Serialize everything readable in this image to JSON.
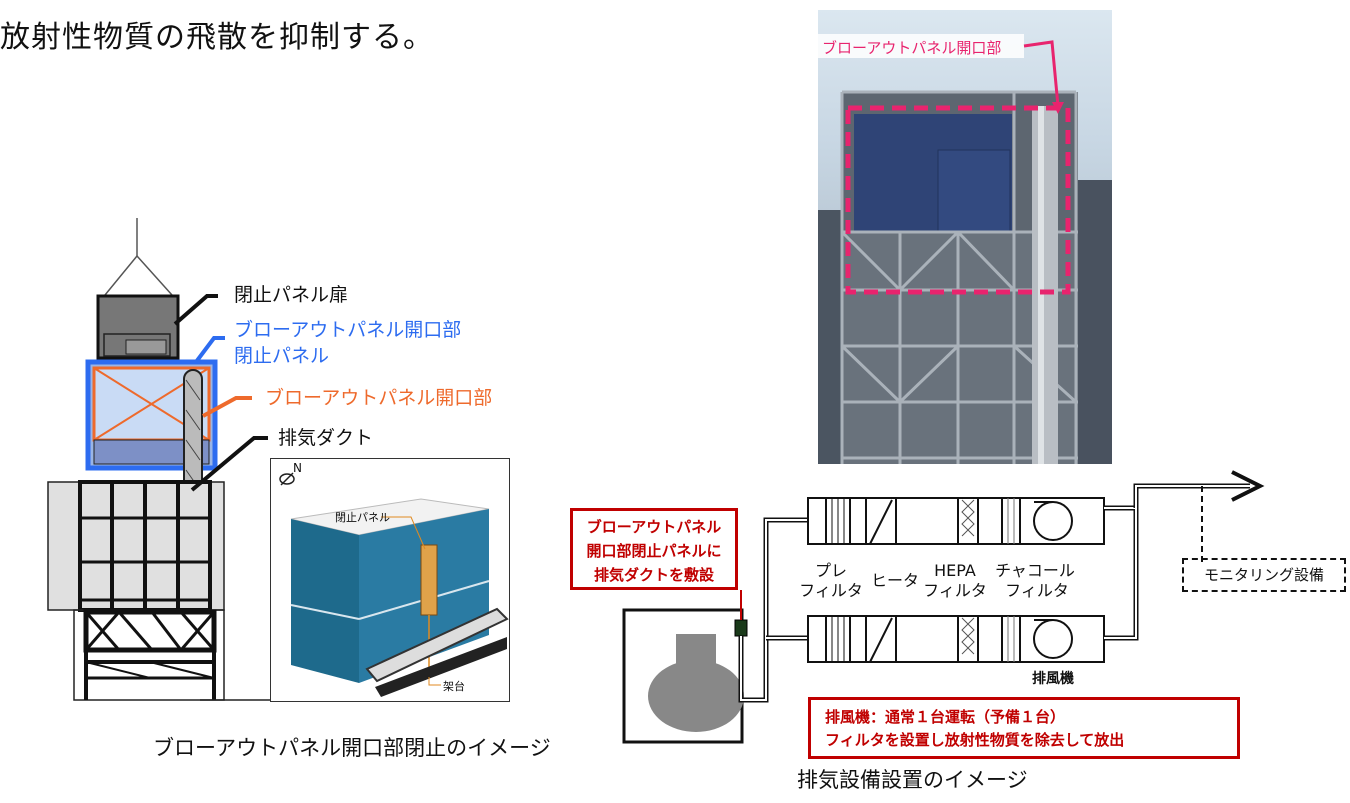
{
  "heading": "放射性物質の飛散を抑制する。",
  "left_diagram": {
    "labels": {
      "door": "閉止パネル扉",
      "closing_panel": [
        "ブローアウトパネル開口部",
        "閉止パネル"
      ],
      "opening": "ブローアウトパネル開口部",
      "duct": "排気ダクト"
    },
    "inset": {
      "north_mark": "N",
      "panel_label": "閉止パネル",
      "stand_label": "架台"
    },
    "caption": "ブローアウトパネル開口部閉止のイメージ"
  },
  "photo": {
    "label": "ブローアウトパネル開口部"
  },
  "flow": {
    "note_box": [
      "ブローアウトパネル",
      "開口部閉止パネルに",
      "排気ダクトを敷設"
    ],
    "components": {
      "pre_filter": [
        "プレ",
        "フィルタ"
      ],
      "heater": "ヒータ",
      "hepa": [
        "HEPA",
        "フィルタ"
      ],
      "charcoal": [
        "チャコール",
        "フィルタ"
      ],
      "fan": "排風機"
    },
    "monitoring": "モニタリング設備",
    "fan_note": [
      "排風機：通常１台運転（予備１台）",
      "フィルタを設置し放射性物質を除去して放出"
    ],
    "caption": "排気設備設置のイメージ"
  },
  "colors": {
    "blue": "#2d6cf0",
    "orange": "#ee6a2c",
    "red": "#c00000",
    "magenta": "#e8246e",
    "inset_building": "#1e6a8c"
  }
}
